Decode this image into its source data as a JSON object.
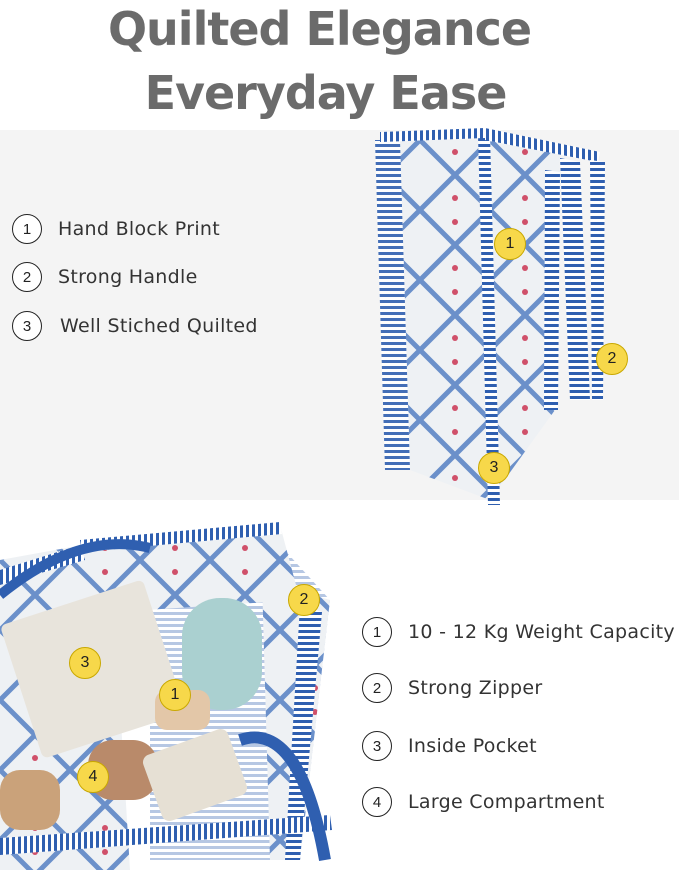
{
  "heading": {
    "line1": "Quilted Elegance",
    "line2": "Everyday Ease"
  },
  "top_panel": {
    "features": [
      {
        "num": "1",
        "label": "Hand Block Print"
      },
      {
        "num": "2",
        "label": "Strong Handle"
      },
      {
        "num": "3",
        "label": "Well Stiched Quilted"
      }
    ],
    "markers": [
      "1",
      "2",
      "3"
    ]
  },
  "bottom_panel": {
    "features": [
      {
        "num": "1",
        "label": "10 - 12 Kg Weight Capacity"
      },
      {
        "num": "2",
        "label": "Strong Zipper"
      },
      {
        "num": "3",
        "label": "Inside Pocket"
      },
      {
        "num": "4",
        "label": "Large Compartment"
      }
    ],
    "markers": [
      "1",
      "2",
      "3",
      "4"
    ]
  },
  "colors": {
    "title": "#6b6b6b",
    "panel": "#f4f4f4",
    "marker": "#f7d84a",
    "stripe": "#2f5fb0"
  }
}
